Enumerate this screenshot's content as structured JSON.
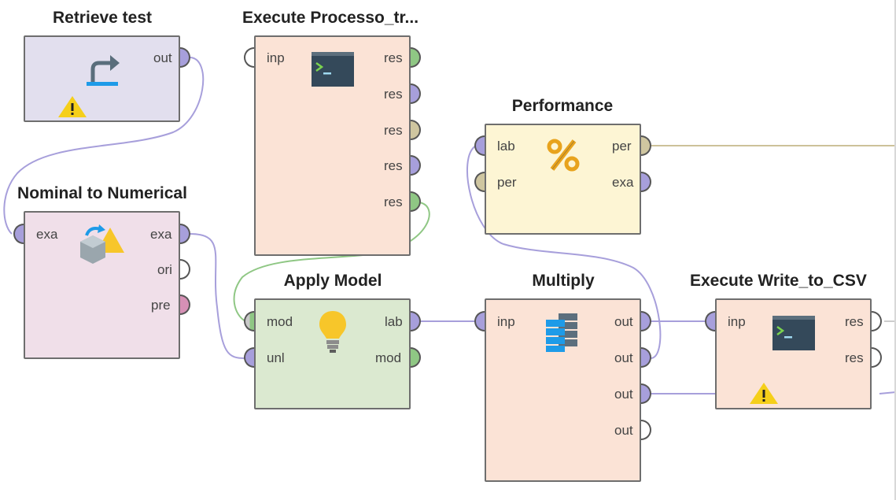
{
  "colors": {
    "port_example": "#a79fdb",
    "port_performance": "#cfc6a0",
    "port_model": "#8fc784",
    "port_preprocess": "#d690b5",
    "port_empty": "#ffffff",
    "wire_example": "#a79fdb",
    "wire_model": "#8fc784",
    "wire_performance": "#cdc29a",
    "warning": "#f5cf1a"
  },
  "operators": {
    "retrieve": {
      "title": "Retrieve test",
      "fill": "#e2dfee",
      "icon": "retrieve-arrow-icon",
      "warning_icon": "warning-icon",
      "ports_out": [
        "out"
      ]
    },
    "nominal": {
      "title": "Nominal to Numerical",
      "fill": "#f0dfe9",
      "icon": "cube-pyramid-icon",
      "ports_in": [
        "exa"
      ],
      "ports_out": [
        "exa",
        "ori",
        "pre"
      ]
    },
    "execute_processo": {
      "title": "Execute Processo_tr...",
      "fill": "#fbe3d6",
      "icon": "terminal-icon",
      "ports_in": [
        "inp"
      ],
      "ports_out": [
        "res",
        "res",
        "res",
        "res",
        "res"
      ]
    },
    "performance": {
      "title": "Performance",
      "fill": "#fdf5d4",
      "icon": "percent-icon",
      "ports_in": [
        "lab",
        "per"
      ],
      "ports_out": [
        "per",
        "exa"
      ]
    },
    "apply_model": {
      "title": "Apply Model",
      "fill": "#dbe9d0",
      "icon": "lightbulb-icon",
      "ports_in": [
        "mod",
        "unl"
      ],
      "ports_out": [
        "lab",
        "mod"
      ]
    },
    "multiply": {
      "title": "Multiply",
      "fill": "#fbe3d6",
      "icon": "multiply-stack-icon",
      "ports_in": [
        "inp"
      ],
      "ports_out": [
        "out",
        "out",
        "out",
        "out"
      ]
    },
    "write_csv": {
      "title": "Execute Write_to_CSV",
      "fill": "#fbe3d6",
      "icon": "terminal-icon",
      "warning_icon": "warning-icon",
      "ports_in": [
        "inp"
      ],
      "ports_out": [
        "res",
        "res"
      ]
    }
  }
}
